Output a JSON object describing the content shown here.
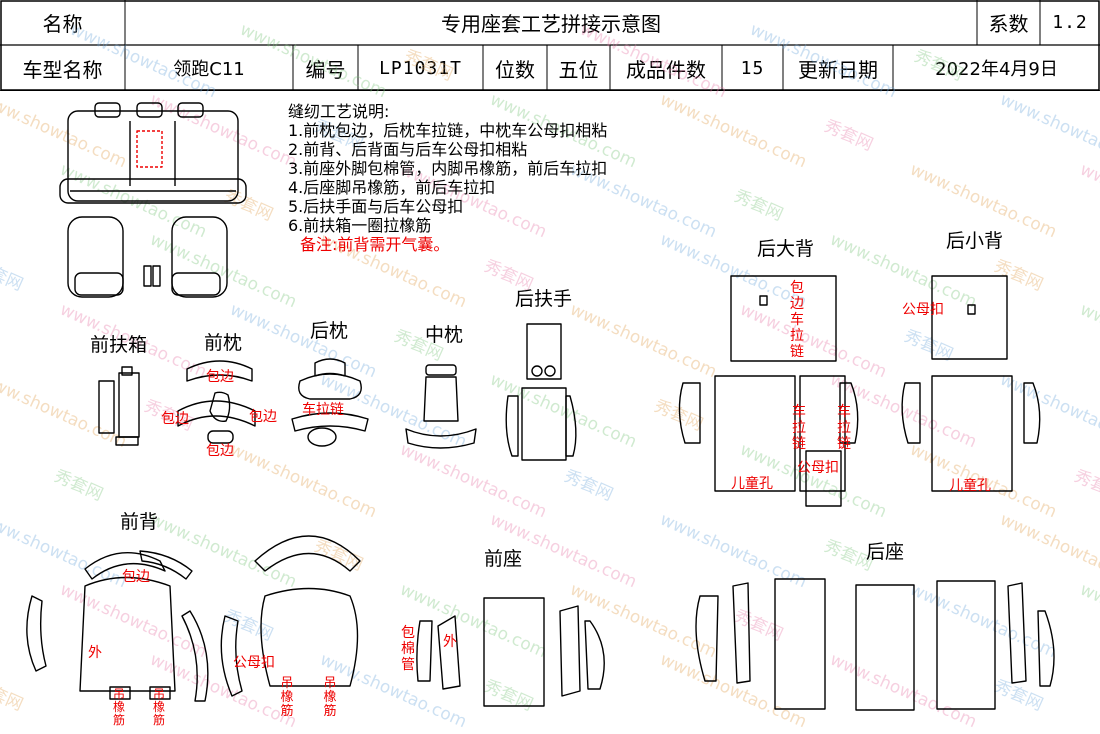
{
  "header": {
    "name_label": "名称",
    "title": "专用座套工艺拼接示意图",
    "coef_label": "系数",
    "coef_value": "1.2",
    "model_label": "车型名称",
    "model_value": "领跑C11",
    "code_label": "编号",
    "code_value": "LP1031T",
    "seats_label": "位数",
    "seats_value": "五位",
    "pieces_label": "成品件数",
    "pieces_value": "15",
    "date_label": "更新日期",
    "date_value": "2022年4月9日"
  },
  "notes": {
    "title": "缝纫工艺说明:",
    "items": [
      "1.前枕包边，后枕车拉链，中枕车公母扣相粘",
      "2.前背、后背面与后车公母扣相粘",
      "3.前座外脚包棉管，内脚吊橡筋，前后车拉扣",
      "4.后座脚吊橡筋，前后车拉扣",
      "5.后扶手面与后车公母扣",
      "6.前扶箱一圈拉橡筋"
    ],
    "remark": "备注:前背需开气囊。"
  },
  "parts": {
    "front_armrest_box": "前扶箱",
    "front_headrest": "前枕",
    "rear_headrest": "后枕",
    "middle_headrest": "中枕",
    "rear_armrest": "后扶手",
    "rear_big_back": "后大背",
    "rear_small_back": "后小背",
    "front_back": "前背",
    "front_seat": "前座",
    "rear_seat": "后座"
  },
  "annotations": {
    "binding": "包边",
    "zipper": "车拉链",
    "binding_zipper": "包边车拉链",
    "snap": "公母扣",
    "child_hole": "儿童孔",
    "outer": "外",
    "hang_elastic": "吊橡筋",
    "piping": "包棉管"
  },
  "watermark": {
    "brand": "秀套网",
    "site": "www.showtao.com"
  },
  "colors": {
    "line": "#000000",
    "annotation": "#e00000",
    "watermark": [
      "#e67aa8",
      "#6fa8dc",
      "#7cc47c",
      "#e0a050"
    ]
  }
}
